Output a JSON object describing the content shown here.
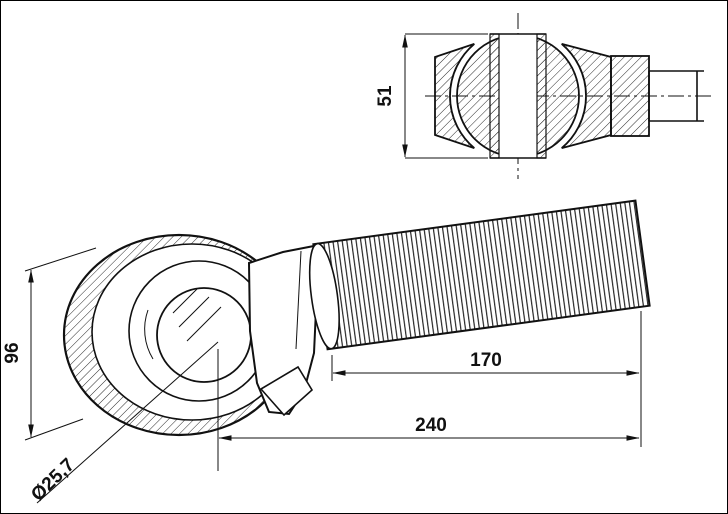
{
  "dimensions": {
    "section_height": "51",
    "eye_width": "96",
    "thread_length": "170",
    "total_length": "240",
    "bore_diameter": "Ø25,7"
  },
  "colors": {
    "line": "#111111",
    "background": "#ffffff"
  }
}
